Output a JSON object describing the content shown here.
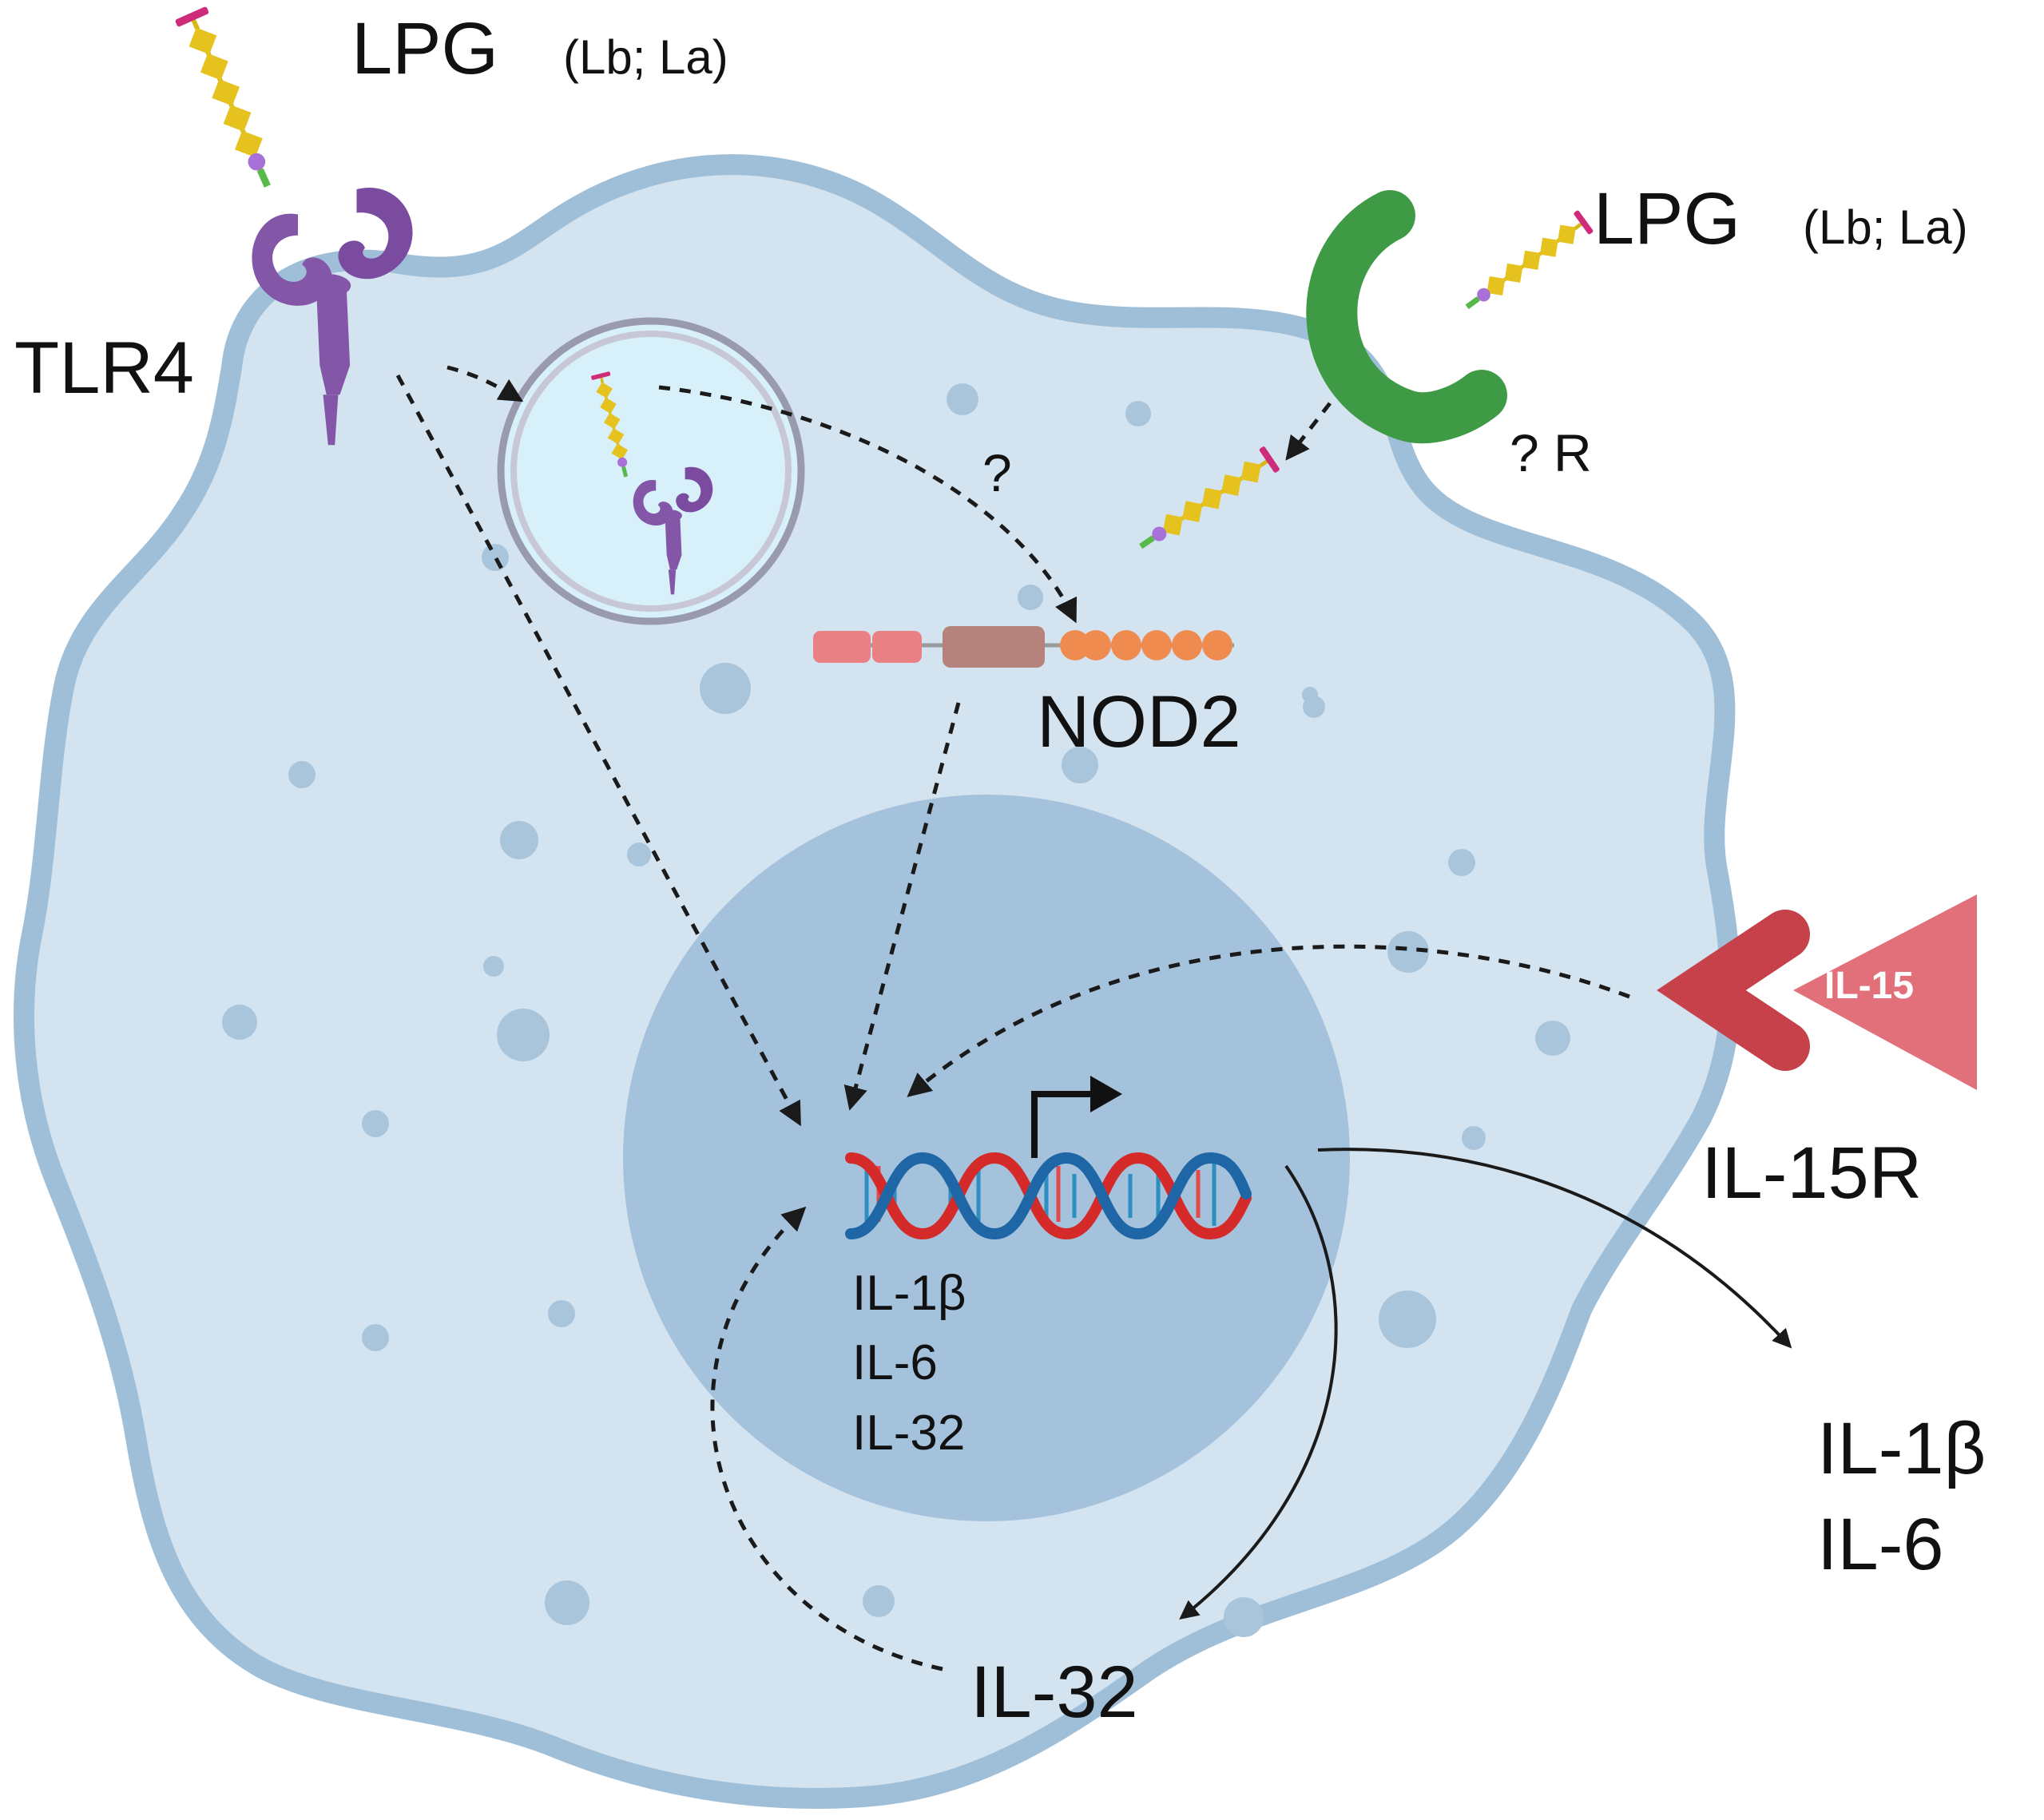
{
  "labels": {
    "lpg_top_left": "LPG",
    "lpg_top_left_strains": "(Lb; La)",
    "lpg_top_right": "LPG",
    "lpg_top_right_strains": "(Lb; La)",
    "tlr4": "TLR4",
    "unknown_receptor": "? R",
    "unknown_path": "?",
    "nod2": "NOD2",
    "il15": "IL-15",
    "il15r": "IL-15R",
    "nucleus_genes": [
      "IL-1β",
      "IL-6",
      "IL-32"
    ],
    "secreted": [
      "IL-1β",
      "IL-6"
    ],
    "il32_product": "IL-32"
  },
  "colors": {
    "cell_fill": "#d3e3ef",
    "cell_border": "#9fbfd9",
    "nucleus_fill": "#a4c2dc",
    "vesicle_fill": "#d7f0fa",
    "vesicle_border": "#9a9aae",
    "tlr4": "#8456a8",
    "unknown_receptor": "#3f9a46",
    "il15": "#e2707a",
    "il15r": "#c7414b",
    "dna_red": "#d42a2a",
    "dna_blue": "#1f66a6",
    "lpg_chain": "#e6c21f",
    "lpg_anchor": "#a771d8",
    "lpg_tail": "#57b94a",
    "lpg_cap": "#cf2b7b",
    "nod2_card": "#e98184",
    "nod2_nbd": "#b5837b",
    "nod2_lrr": "#f08b4f"
  },
  "icons": [
    "tlr4-receptor-icon",
    "unknown-receptor-icon",
    "il15-ligand-icon",
    "il15-receptor-icon",
    "dna-icon",
    "transcription-arrow-icon",
    "lpg-molecule-icon",
    "nod2-protein-icon",
    "endosome-icon"
  ]
}
